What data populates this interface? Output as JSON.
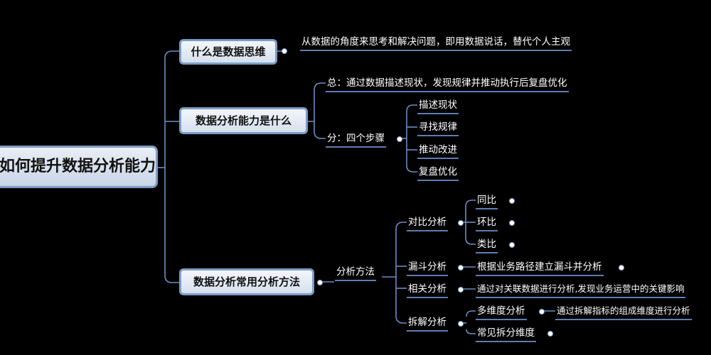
{
  "root": {
    "title": "如何提升数据分析能力"
  },
  "branch_1": {
    "title": "什么是数据思维",
    "detail": "从数据的角度来思考和解决问题，即用数据说话，替代个人主观"
  },
  "branch_2": {
    "title": "数据分析能力是什么",
    "summary": "总：通过数据描述现状，发现规律并推动执行后复盘优化",
    "steps_label": "分：四个步骤",
    "steps": [
      "描述现状",
      "寻找规律",
      "推动改进",
      "复盘优化"
    ]
  },
  "branch_3": {
    "title": "数据分析常用分析方法",
    "methods_label": "分析方法",
    "compare": {
      "label": "对比分析",
      "items": [
        "同比",
        "环比",
        "类比"
      ]
    },
    "funnel": {
      "label": "漏斗分析",
      "detail": "根据业务路径建立漏斗并分析"
    },
    "correlation": {
      "label": "相关分析",
      "detail": "通过对关联数据进行分析,发现业务运营中的关键影响"
    },
    "decompose": {
      "label": "拆解分析",
      "multi_dim": {
        "label": "多维度分析",
        "detail": "通过拆解指标的组成维度进行分析"
      },
      "common_dims": "常见拆分维度"
    }
  },
  "colors": {
    "background": "#000000",
    "connector": "#6a8cc4",
    "node_border": "#7d9dc6"
  }
}
